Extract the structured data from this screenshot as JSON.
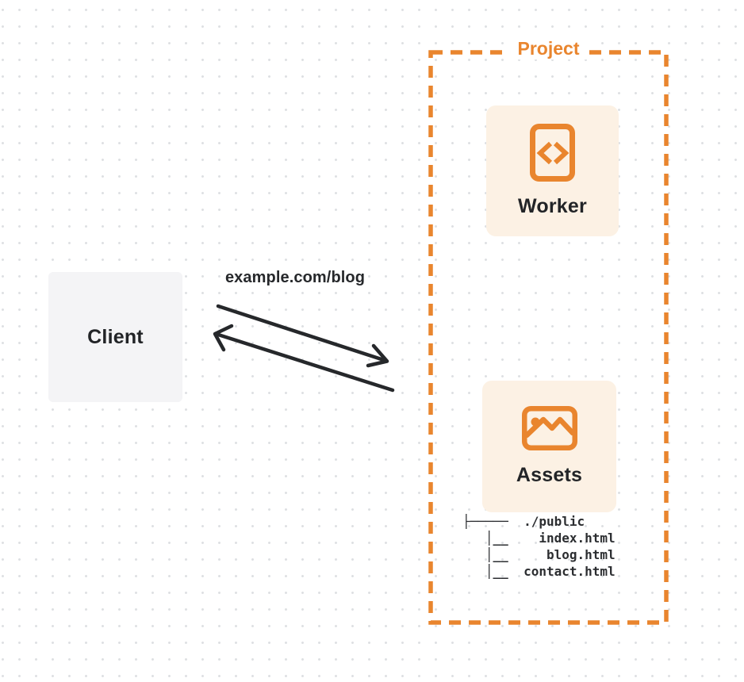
{
  "colors": {
    "bg": "#ffffff",
    "dot": "#dee0e3",
    "ink": "#26282b",
    "text-dark": "#222427",
    "accent": "#e9852e",
    "card-bg": "#fcf1e4",
    "client-bg": "#f4f4f6"
  },
  "client": {
    "label": "Client"
  },
  "request": {
    "label": "example.com/blog"
  },
  "project": {
    "label": "Project",
    "worker": {
      "label": "Worker",
      "icon": "code-file-icon"
    },
    "assets": {
      "label": "Assets",
      "icon": "image-icon",
      "file_tree": [
        "├─────  ./public",
        "   │__    index.html",
        "   │__     blog.html",
        "   │__  contact.html"
      ]
    }
  }
}
